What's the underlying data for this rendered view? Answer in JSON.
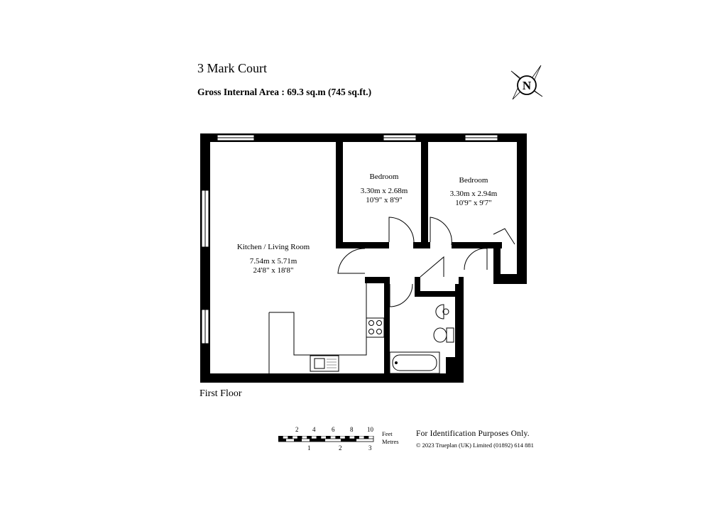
{
  "header": {
    "title": "3 Mark Court",
    "gross_area": "Gross Internal Area  :  69.3 sq.m   (745 sq.ft.)"
  },
  "compass": {
    "letter": "N",
    "icon": "north-compass-icon"
  },
  "rooms": {
    "kitchen": {
      "name": "Kitchen / Living Room",
      "metric": "7.54m  x  5.71m",
      "imperial": "24'8\"  x  18'8\""
    },
    "bedroom1": {
      "name": "Bedroom",
      "metric": "3.30m  x  2.68m",
      "imperial": "10'9\"  x  8'9\""
    },
    "bedroom2": {
      "name": "Bedroom",
      "metric": "3.30m  x  2.94m",
      "imperial": "10'9\"  x  9'7\""
    }
  },
  "floor_label": "First Floor",
  "scale": {
    "feet_ticks": [
      "2",
      "4",
      "6",
      "8",
      "10"
    ],
    "metre_ticks": [
      "1",
      "2",
      "3"
    ],
    "feet_label": "Feet",
    "metres_label": "Metres"
  },
  "footer": {
    "identification": "For Identification Purposes Only.",
    "copyright": "© 2023 Trueplan (UK) Limited  (01892) 614 881"
  },
  "colors": {
    "wall": "#000000",
    "background": "#ffffff",
    "fixtures": "#999999"
  }
}
